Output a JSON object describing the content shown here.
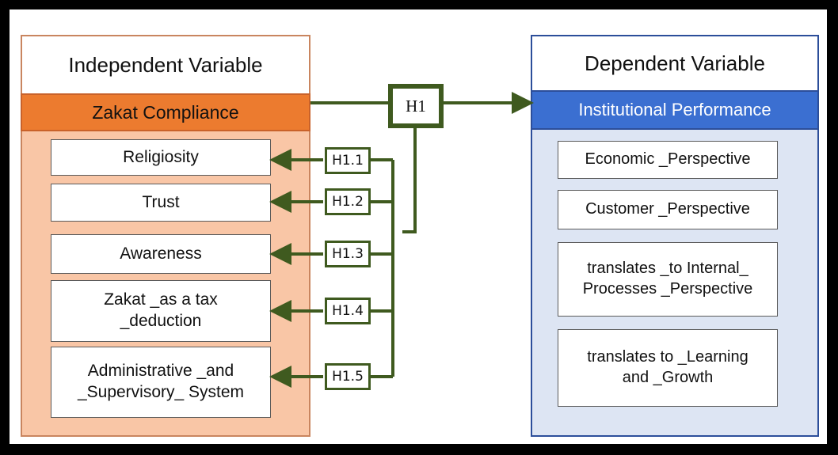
{
  "independent": {
    "header": "Independent Variable",
    "construct": "Zakat Compliance",
    "items": [
      [
        "Religiosity"
      ],
      [
        "Trust"
      ],
      [
        "Awareness"
      ],
      [
        "Zakat _as a tax",
        "_deduction"
      ],
      [
        "Administrative _and",
        "_Supervisory_ System"
      ]
    ]
  },
  "dependent": {
    "header": "Dependent Variable",
    "construct": "Institutional Performance",
    "items": [
      [
        "Economic _Perspective"
      ],
      [
        "Customer _Perspective"
      ],
      [
        "translates _to Internal_",
        "Processes _Perspective"
      ],
      [
        "translates to _Learning",
        "and _Growth"
      ]
    ]
  },
  "hypotheses": {
    "main": "H1",
    "sub": [
      "H1.1",
      "H1.2",
      "H1.3",
      "H1.4",
      "H1.5"
    ]
  },
  "colors": {
    "arrow": "#3f5a1f",
    "left_construct": "#ec7b2f",
    "left_panel": "#f9c6a6",
    "right_construct": "#3b6fd1",
    "right_panel": "#dde5f3"
  }
}
